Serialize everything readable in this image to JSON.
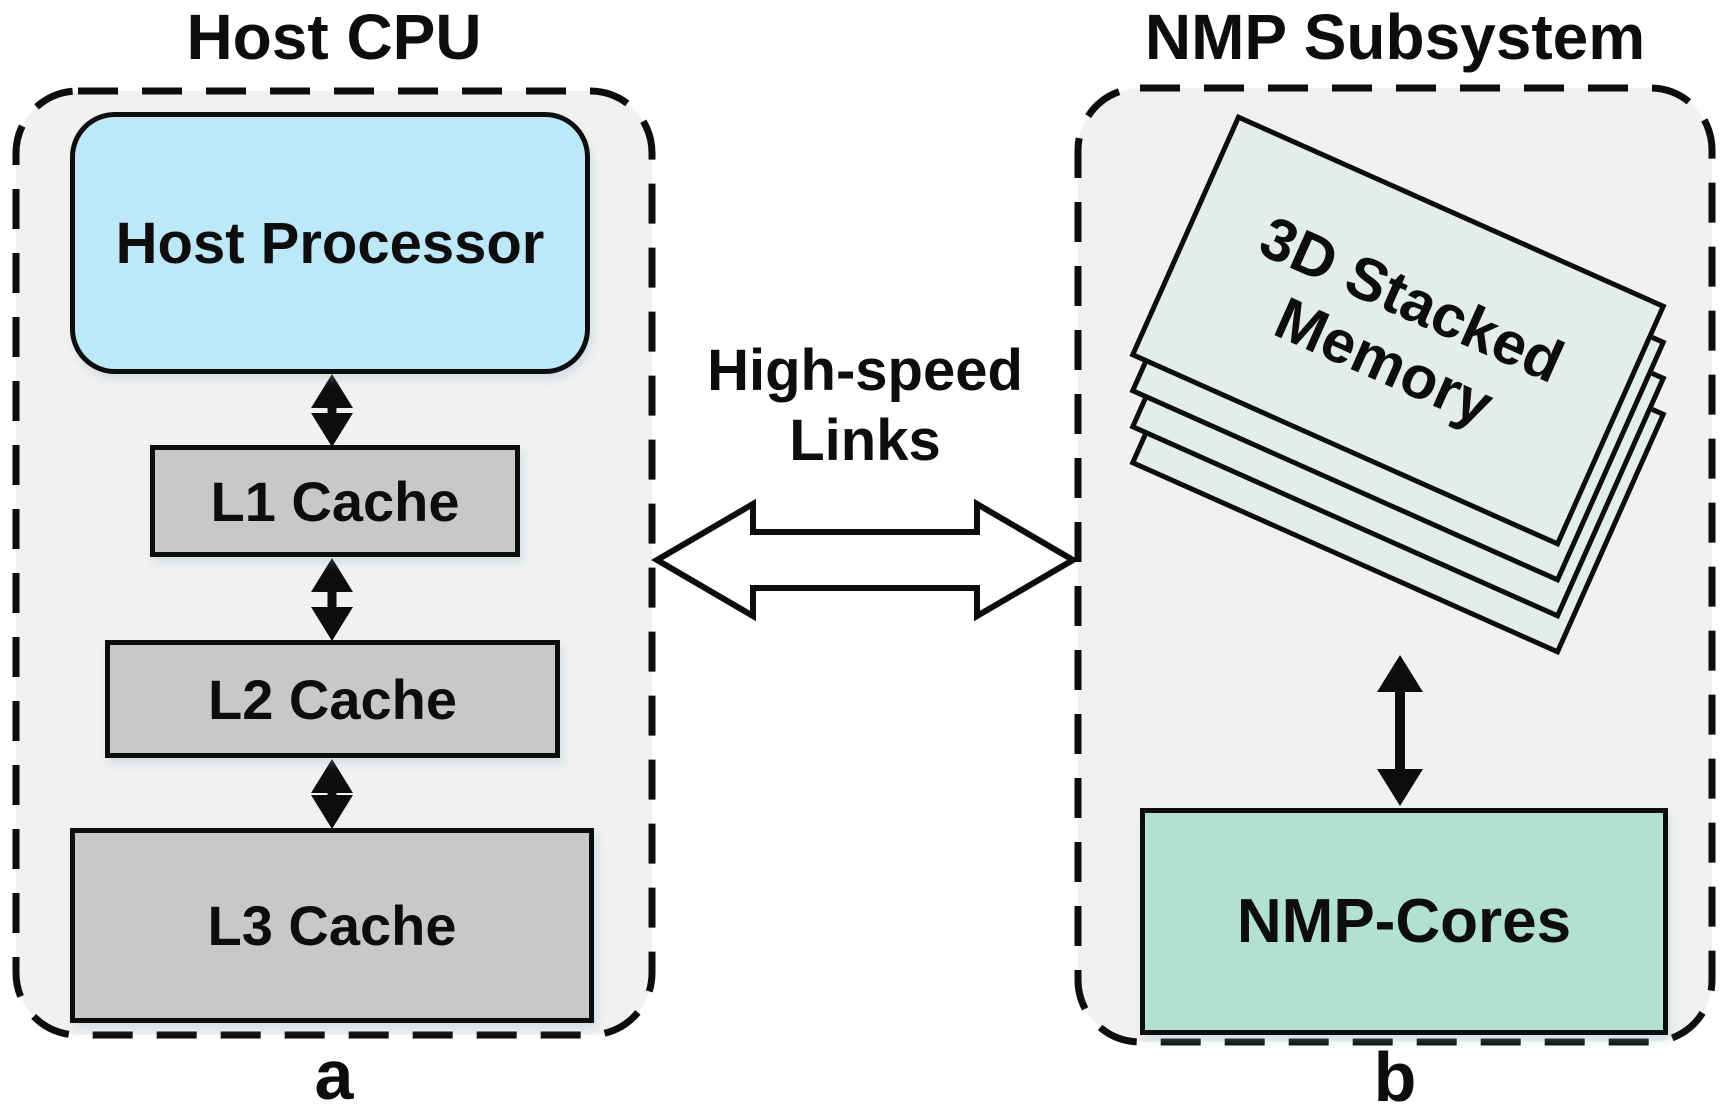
{
  "diagram": {
    "left": {
      "title": "Host CPU",
      "processor_label": "Host Processor",
      "caches": [
        "L1 Cache",
        "L2 Cache",
        "L3 Cache"
      ],
      "caption": "a"
    },
    "middle": {
      "link_label_line1": "High-speed",
      "link_label_line2": "Links"
    },
    "right": {
      "title": "NMP Subsystem",
      "memory_label_line1": "3D Stacked",
      "memory_label_line2": "Memory",
      "cores_label": "NMP-Cores",
      "caption": "b"
    },
    "colors": {
      "processor_fill": "#bde8f7",
      "cache_fill": "#c8c8c8",
      "memory_plate_fill": "#e3eeec",
      "nmp_cores_fill": "#b2e1d1",
      "container_fill": "#f1f1f1",
      "stroke": "#0d0d0d"
    }
  }
}
